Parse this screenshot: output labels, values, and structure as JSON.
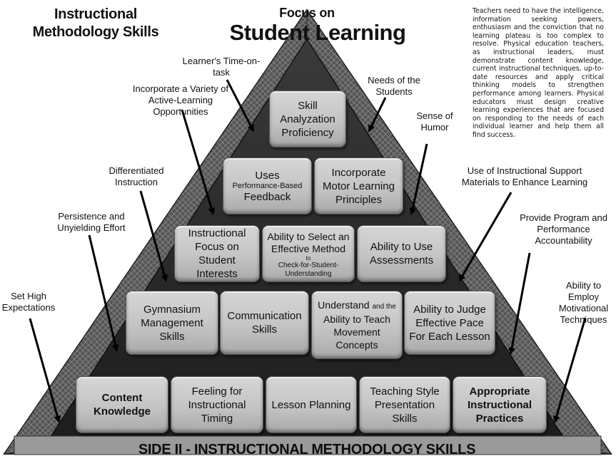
{
  "header": {
    "left_title": "Instructional Methodology Skills",
    "focus_small": "Focus on",
    "focus_big": "Student Learning"
  },
  "paragraph": "Teachers need to have the intelligence, information seeking powers, enthusiasm and the conviction that no learning plateau is too complex to resolve. Physical education teachers, as instructional leaders, must demonstrate content knowledge, current instructional techniques, up-to-date resources and apply critical thinking models to strengthen performance among learners. Physical educators must design creative learning experiences that are focused on responding to the needs of each individual learner and help them all find success.",
  "labels": {
    "time_on_task": "Learner's Time-on-task",
    "needs_students": "Needs of the Students",
    "active_learning": "Incorporate a Variety of Active-Learning Opportunities",
    "sense_humor": "Sense of Humor",
    "differentiated": "Differentiated Instruction",
    "support_materials": "Use of Instructional Support Materials to Enhance Learning",
    "persistence": "Persistence and Unyielding Effort",
    "accountability": "Provide Program and Performance Accountability",
    "high_expectations": "Set High Expectations",
    "motivational": "Ability to Employ Motivational Techniques"
  },
  "blocks": {
    "r1": {
      "b1": "Skill Analyzation Proficiency"
    },
    "r2": {
      "b1_line1": "Uses",
      "b1_line2": "Performance-Based",
      "b1_line3": "Feedback",
      "b2": "Incorporate Motor Learning Principles"
    },
    "r3": {
      "b1": "Instructional Focus on Student Interests",
      "b2_main": "Ability to Select an Effective Method",
      "b2_to": "to",
      "b2_sub": "Check-for-Student-Understanding",
      "b3": "Ability to Use Assessments"
    },
    "r4": {
      "b1": "Gymnasium Management Skills",
      "b2": "Communication Skills",
      "b3_a": "Understand",
      "b3_b": "and the",
      "b3_c": "Ability to Teach Movement Concepts",
      "b4": "Ability to Judge Effective Pace For Each Lesson"
    },
    "r5": {
      "b1": "Content Knowledge",
      "b2": "Feeling for Instructional Timing",
      "b3": "Lesson Planning",
      "b4": "Teaching Style Presentation Skills",
      "b5": "Appropriate Instructional Practices"
    }
  },
  "footer": {
    "title": "SIDE II  -  INSTRUCTIONAL METHODOLOGY SKILLS"
  },
  "colors": {
    "frame_dark": "#2a2a2a",
    "block_face": "#c4c4c4",
    "text": "#111111"
  }
}
